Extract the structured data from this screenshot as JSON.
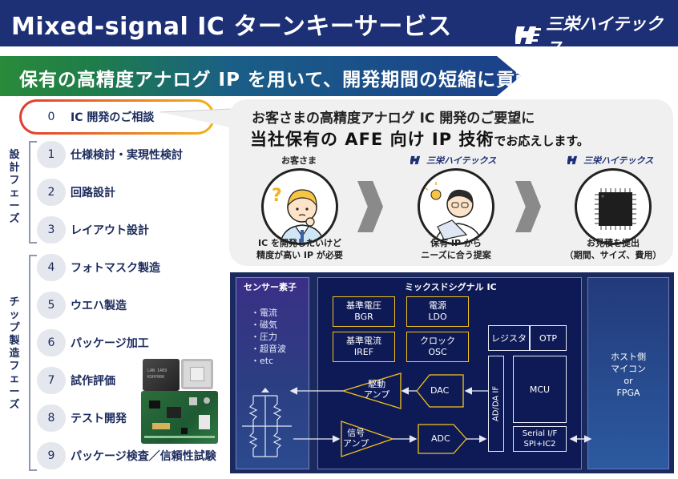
{
  "header": {
    "title": "Mixed-signal IC ターンキーサービス",
    "logo_text": "三栄ハイテックス"
  },
  "banner": {
    "text": "保有の高精度アナログ IP を用いて、開発期間の短縮に貢献"
  },
  "phases": {
    "design": "設計フェーズ",
    "chip": "チップ製造フェーズ"
  },
  "steps": [
    {
      "num": "0",
      "label": "IC 開発のご相談"
    },
    {
      "num": "1",
      "label": "仕様検討・実現性検討"
    },
    {
      "num": "2",
      "label": "回路設計"
    },
    {
      "num": "3",
      "label": "レイアウト設計"
    },
    {
      "num": "4",
      "label": "フォトマスク製造"
    },
    {
      "num": "5",
      "label": "ウエハ製造"
    },
    {
      "num": "6",
      "label": "パッケージ加工"
    },
    {
      "num": "7",
      "label": "試作評価"
    },
    {
      "num": "8",
      "label": "テスト開発"
    },
    {
      "num": "9",
      "label": "パッケージ検査／信頼性試験"
    }
  ],
  "bubble": {
    "line1": "お客さまの高精度アナログ IC 開発のご要望に",
    "line2_main": "当社保有の AFE 向け IP 技術",
    "line2_suffix": "でお応えします。",
    "columns": [
      {
        "caption": "お客さま",
        "desc1": "IC を開発したいけど",
        "desc2": "精度が高い IP が必要"
      },
      {
        "caption": "三栄ハイテックス",
        "desc1": "保有 IP から",
        "desc2": "ニーズに合う提案"
      },
      {
        "caption": "三栄ハイテックス",
        "desc1": "お見積を提出",
        "desc2": "（期間、サイズ、費用）"
      }
    ]
  },
  "diagram": {
    "sensor_title": "センサー素子",
    "sensor_items": [
      "・電流",
      "・磁気",
      "・圧力",
      "・超音波",
      "・etc"
    ],
    "ic_title": "ミックスドシグナル IC",
    "bgr": [
      "基準電圧",
      "BGR"
    ],
    "ldo": [
      "電源",
      "LDO"
    ],
    "iref": [
      "基準電流",
      "IREF"
    ],
    "osc": [
      "クロック",
      "OSC"
    ],
    "register": "レジスタ",
    "otp": "OTP",
    "mcu": "MCU",
    "adda": "AD/DA IF",
    "serial": [
      "Serial I/F",
      "SPI+IC2"
    ],
    "drive_amp": [
      "駆動",
      "アンプ"
    ],
    "signal_amp": [
      "信号",
      "アンプ"
    ],
    "dac": "DAC",
    "adc": "ADC",
    "host": [
      "ホスト側",
      "マイコン",
      "or",
      "FPGA"
    ]
  },
  "colors": {
    "navy": "#1d2f75",
    "accent_yellow": "#f4c21a",
    "banner_green": "#2a8a3a",
    "banner_blue": "#1b3f8a"
  }
}
